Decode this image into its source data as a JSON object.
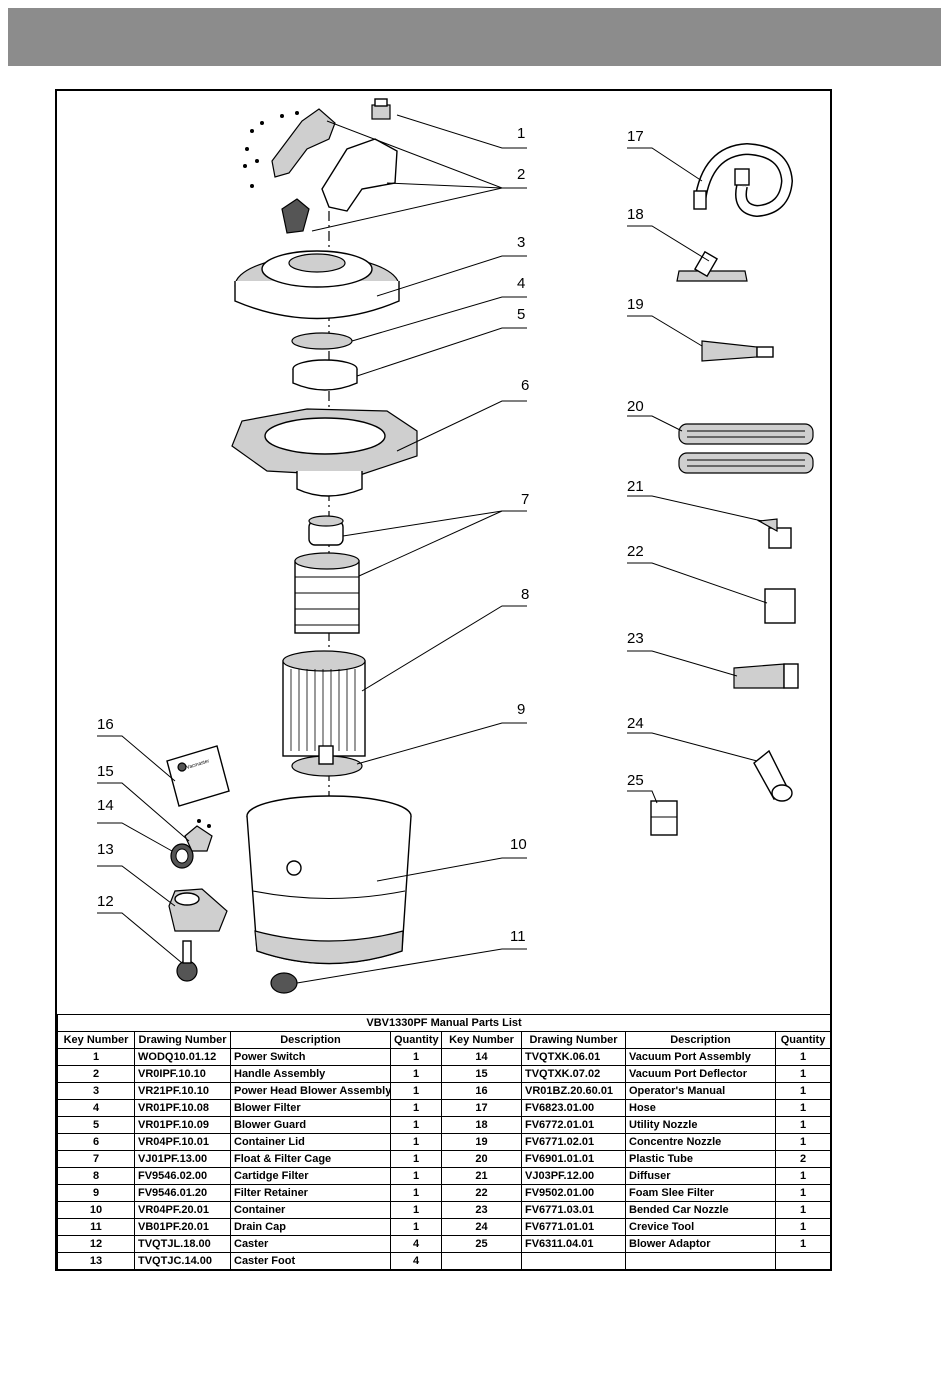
{
  "diagram": {
    "callouts": [
      "1",
      "2",
      "3",
      "4",
      "5",
      "6",
      "7",
      "8",
      "9",
      "10",
      "11",
      "12",
      "13",
      "14",
      "15",
      "16",
      "17",
      "18",
      "19",
      "20",
      "21",
      "22",
      "23",
      "24",
      "25"
    ],
    "manual_cover_text": "Vacmaster"
  },
  "table": {
    "title": "VBV1330PF Manual Parts List",
    "headers": [
      "Key Number",
      "Drawing Number",
      "Description",
      "Quantity",
      "Key Number",
      "Drawing Number",
      "Description",
      "Quantity"
    ],
    "rows": [
      {
        "l_key": "1",
        "l_drawing": "WODQ10.01.12",
        "l_desc": "Power Switch",
        "l_qty": "1",
        "r_key": "14",
        "r_drawing": "TVQTXK.06.01",
        "r_desc": "Vacuum Port Assembly",
        "r_qty": "1"
      },
      {
        "l_key": "2",
        "l_drawing": "VR0IPF.10.10",
        "l_desc": "Handle Assembly",
        "l_qty": "1",
        "r_key": "15",
        "r_drawing": "TVQTXK.07.02",
        "r_desc": "Vacuum Port Deflector",
        "r_qty": "1"
      },
      {
        "l_key": "3",
        "l_drawing": "VR21PF.10.10",
        "l_desc": "Power Head Blower Assembly",
        "l_qty": "1",
        "r_key": "16",
        "r_drawing": "VR01BZ.20.60.01",
        "r_desc": "Operator's Manual",
        "r_qty": "1"
      },
      {
        "l_key": "4",
        "l_drawing": "VR01PF.10.08",
        "l_desc": "Blower Filter",
        "l_qty": "1",
        "r_key": "17",
        "r_drawing": "FV6823.01.00",
        "r_desc": "Hose",
        "r_qty": "1"
      },
      {
        "l_key": "5",
        "l_drawing": "VR01PF.10.09",
        "l_desc": "Blower Guard",
        "l_qty": "1",
        "r_key": "18",
        "r_drawing": "FV6772.01.01",
        "r_desc": "Utility Nozzle",
        "r_qty": "1"
      },
      {
        "l_key": "6",
        "l_drawing": "VR04PF.10.01",
        "l_desc": "Container Lid",
        "l_qty": "1",
        "r_key": "19",
        "r_drawing": "FV6771.02.01",
        "r_desc": "Concentre Nozzle",
        "r_qty": "1"
      },
      {
        "l_key": "7",
        "l_drawing": "VJ01PF.13.00",
        "l_desc": "Float & Filter Cage",
        "l_qty": "1",
        "r_key": "20",
        "r_drawing": "FV6901.01.01",
        "r_desc": "Plastic Tube",
        "r_qty": "2"
      },
      {
        "l_key": "8",
        "l_drawing": "FV9546.02.00",
        "l_desc": "Cartidge Filter",
        "l_qty": "1",
        "r_key": "21",
        "r_drawing": "VJ03PF.12.00",
        "r_desc": "Diffuser",
        "r_qty": "1"
      },
      {
        "l_key": "9",
        "l_drawing": "FV9546.01.20",
        "l_desc": "Filter Retainer",
        "l_qty": "1",
        "r_key": "22",
        "r_drawing": "FV9502.01.00",
        "r_desc": "Foam Slee Filter",
        "r_qty": "1"
      },
      {
        "l_key": "10",
        "l_drawing": "VR04PF.20.01",
        "l_desc": "Container",
        "l_qty": "1",
        "r_key": "23",
        "r_drawing": "FV6771.03.01",
        "r_desc": "Bended Car Nozzle",
        "r_qty": "1"
      },
      {
        "l_key": "11",
        "l_drawing": "VB01PF.20.01",
        "l_desc": "Drain Cap",
        "l_qty": "1",
        "r_key": "24",
        "r_drawing": "FV6771.01.01",
        "r_desc": "Crevice Tool",
        "r_qty": "1"
      },
      {
        "l_key": "12",
        "l_drawing": "TVQTJL.18.00",
        "l_desc": "Caster",
        "l_qty": "4",
        "r_key": "25",
        "r_drawing": "FV6311.04.01",
        "r_desc": "Blower Adaptor",
        "r_qty": "1"
      },
      {
        "l_key": "13",
        "l_drawing": "TVQTJC.14.00",
        "l_desc": "Caster Foot",
        "l_qty": "4",
        "r_key": "",
        "r_drawing": "",
        "r_desc": "",
        "r_qty": ""
      }
    ]
  }
}
